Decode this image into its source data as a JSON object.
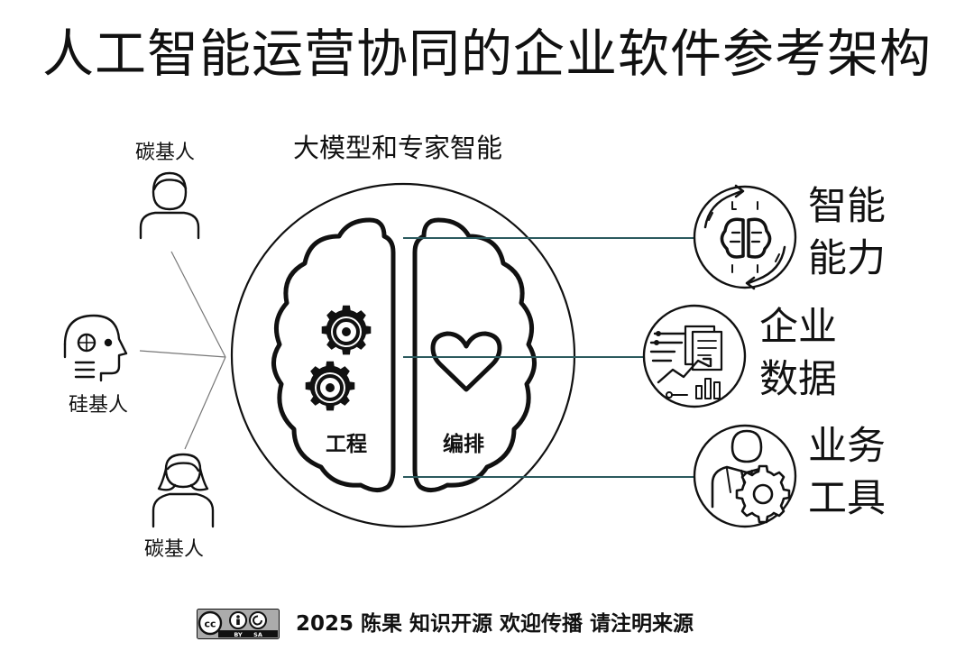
{
  "title": "人工智能运营协同的企业软件参考架构",
  "subtitle": "大模型和专家智能",
  "people": {
    "top": "碳基人",
    "middle": "硅基人",
    "bottom": "碳基人"
  },
  "brain": {
    "left_label": "工程",
    "right_label": "编排"
  },
  "capabilities": [
    {
      "line1": "智能",
      "line2": "能力",
      "icon": "brain-cycle-icon"
    },
    {
      "line1": "企业",
      "line2": "数据",
      "icon": "data-analytics-icon"
    },
    {
      "line1": "业务",
      "line2": "工具",
      "icon": "businessman-gear-icon"
    }
  ],
  "footer": {
    "license_badge": {
      "by": "BY",
      "sa": "SA"
    },
    "text": "2025 陈果  知识开源 欢迎传播 请注明来源"
  },
  "colors": {
    "connector": "#2b5a5e",
    "ink": "#111111",
    "thin_line": "#777777"
  }
}
